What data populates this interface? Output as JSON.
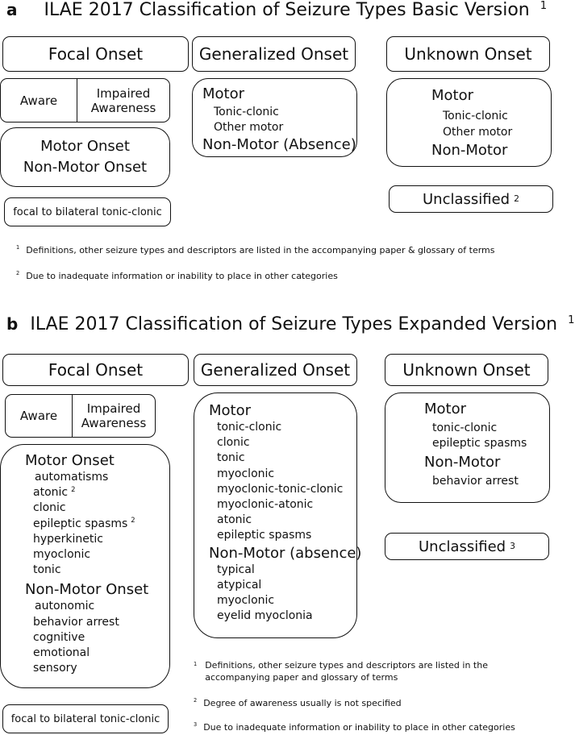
{
  "panel_a": {
    "letter": "a",
    "title": "ILAE 2017 Classification of Seizure Types Basic Version",
    "title_sup": "1",
    "focal": {
      "header": "Focal Onset",
      "aware": "Aware",
      "impaired": "Impaired Awareness",
      "motor_onset": "Motor Onset",
      "non_motor_onset": "Non-Motor Onset",
      "bilateral": "focal to bilateral tonic-clonic"
    },
    "generalized": {
      "header": "Generalized Onset",
      "motor": "Motor",
      "items": [
        "Tonic-clonic",
        "Other motor"
      ],
      "non_motor": "Non-Motor (Absence)"
    },
    "unknown": {
      "header": "Unknown Onset",
      "motor": "Motor",
      "items": [
        "Tonic-clonic",
        "Other motor"
      ],
      "non_motor": "Non-Motor"
    },
    "unclassified": "Unclassified",
    "unclassified_sup": "2",
    "footnotes": [
      {
        "mark": "1",
        "text": "Definitions, other seizure types and descriptors are listed in the accompanying paper & glossary of terms"
      },
      {
        "mark": "2",
        "text": "Due to inadequate information or inability to place in other categories"
      }
    ]
  },
  "panel_b": {
    "letter": "b",
    "title": "ILAE 2017 Classification of Seizure Types Expanded Version",
    "title_sup": "1",
    "focal": {
      "header": "Focal Onset",
      "aware": "Aware",
      "impaired": "Impaired Awareness",
      "motor_onset": "Motor Onset",
      "motor_items": [
        "automatisms",
        "atonic",
        "clonic",
        "epileptic spasms",
        "hyperkinetic",
        "myoclonic",
        "tonic"
      ],
      "motor_item_sup": "2",
      "non_motor_onset": "Non-Motor Onset",
      "non_motor_items": [
        "autonomic",
        "behavior arrest",
        "cognitive",
        "emotional",
        "sensory"
      ],
      "bilateral": "focal to bilateral tonic-clonic"
    },
    "generalized": {
      "header": "Generalized Onset",
      "motor": "Motor",
      "motor_items": [
        "tonic-clonic",
        "clonic",
        "tonic",
        "myoclonic",
        "myoclonic-tonic-clonic",
        "myoclonic-atonic",
        "atonic",
        "epileptic spasms"
      ],
      "non_motor": "Non-Motor (absence)",
      "non_motor_items": [
        "typical",
        "atypical",
        "myoclonic",
        "eyelid myoclonia"
      ]
    },
    "unknown": {
      "header": "Unknown Onset",
      "motor": "Motor",
      "motor_items": [
        "tonic-clonic",
        "epileptic spasms"
      ],
      "non_motor": "Non-Motor",
      "non_motor_items": [
        "behavior arrest"
      ]
    },
    "unclassified": "Unclassified",
    "unclassified_sup": "3",
    "footnotes": [
      {
        "mark": "1",
        "text": "Definitions, other seizure types and descriptors are listed in the accompanying paper and glossary of terms"
      },
      {
        "mark": "2",
        "text": "Degree of awareness usually is not specified"
      },
      {
        "mark": "3",
        "text": "Due to inadequate information or inability to place in other categories"
      }
    ]
  }
}
